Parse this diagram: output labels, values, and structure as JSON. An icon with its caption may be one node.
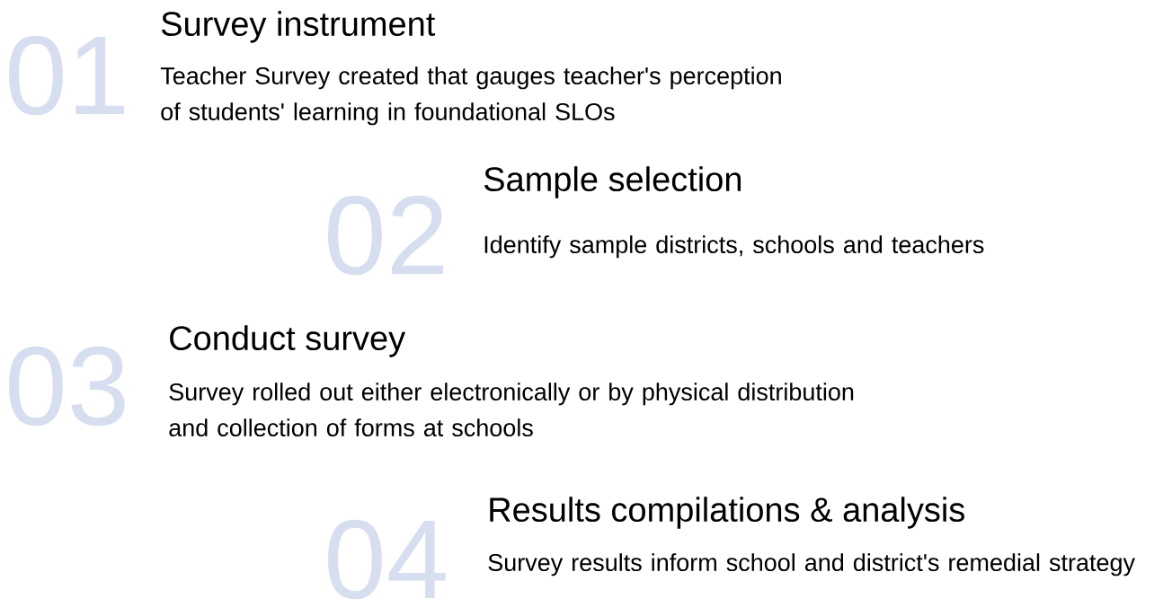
{
  "diagram": {
    "labels": [
      "01",
      "Survey instrument",
      "Teacher Survey created that gauges teacher's perception of students' learning in foundational SLOs",
      "02",
      "Sample selection",
      "Identify sample districts, schools and teachers",
      "03",
      "Conduct survey",
      "Survey rolled out either electronically or by physical distribution and collection of forms at schools",
      "04",
      "Results compilations & analysis",
      "Survey results inform school and district's remedial strategy"
    ]
  }
}
